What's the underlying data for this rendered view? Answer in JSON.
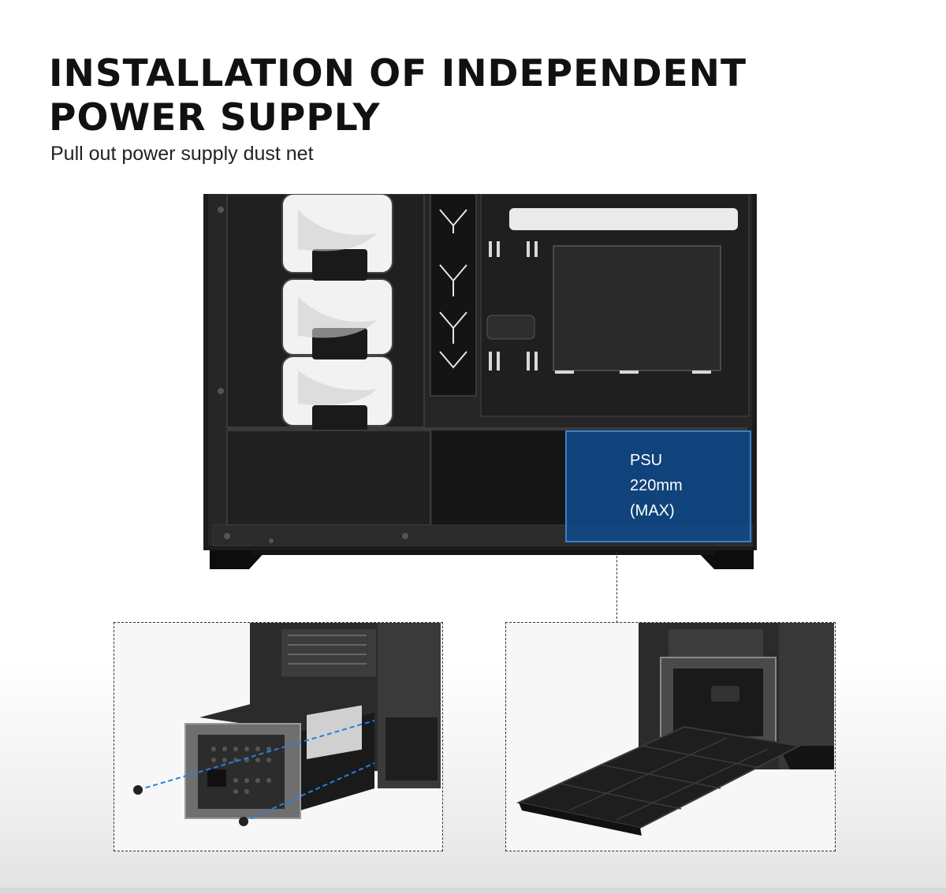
{
  "heading": {
    "line1": "INSTALLATION OF INDEPENDENT",
    "line2": "POWER SUPPLY",
    "subtitle": "Pull out power supply dust net"
  },
  "psu_callout": {
    "line1": "PSU",
    "line2": "220mm",
    "line3": "(MAX)"
  },
  "colors": {
    "callout_fill": "#0f4a8c",
    "callout_border": "#3b7fd0",
    "case_body": "#1e1e1e",
    "screw_guide": "#2a7fe0"
  },
  "images": {
    "main": "pc-case-side-view-with-fans-and-psu-bay",
    "left_detail": "psu-sliding-into-case-rear-with-screws",
    "right_detail": "psu-dust-filter-pulled-out-of-case-bottom"
  }
}
